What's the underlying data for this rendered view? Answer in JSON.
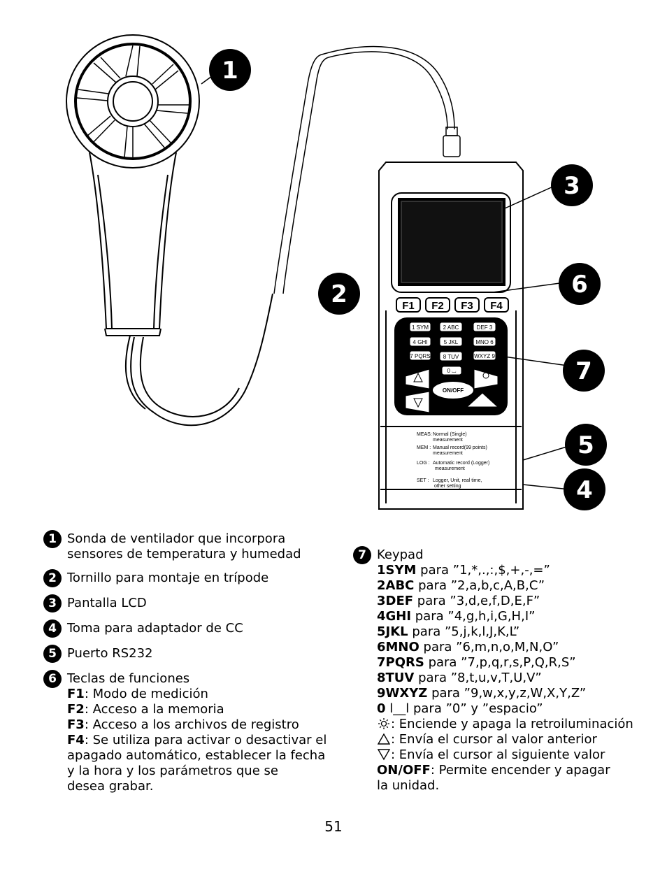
{
  "diagram": {
    "callouts": [
      "1",
      "2",
      "3",
      "6",
      "7",
      "5",
      "4"
    ],
    "fkeys": [
      "F1",
      "F2",
      "F3",
      "F4"
    ],
    "keypad": [
      "1 SYM",
      "2 ABC",
      "DEF 3",
      "4 GHI",
      "5 JKL",
      "MNO 6",
      "7 PQRS",
      "8 TUV",
      "WXYZ 9",
      "0 ⌴"
    ],
    "onoff": "ON/OFF",
    "meter_legend": [
      {
        "key": "MEAS:",
        "text": "Normal (Single)",
        "text2": "measurement"
      },
      {
        "key": "MEM :",
        "text": "Manual record(99 points)",
        "text2": "measurement"
      },
      {
        "key": "LOG :",
        "text": "Automatic record (Logger)",
        "text2": "measurement"
      },
      {
        "key": "SET :",
        "text": "Logger, Unit, real time,",
        "text2": "other setting"
      }
    ]
  },
  "items_left": [
    {
      "num": "1",
      "lines": [
        "Sonda de ventilador que incorpora",
        "sensores de temperatura y humedad"
      ]
    },
    {
      "num": "2",
      "lines": [
        "Tornillo para montaje en trípode"
      ]
    },
    {
      "num": "3",
      "lines": [
        "Pantalla LCD"
      ]
    },
    {
      "num": "4",
      "lines": [
        "Toma para adaptador de CC"
      ]
    },
    {
      "num": "5",
      "lines": [
        "Puerto RS232"
      ]
    },
    {
      "num": "6",
      "title": "Teclas de funciones",
      "f1_key": "F1",
      "f1_text": ": Modo de medición",
      "f2_key": "F2",
      "f2_text": ": Acceso a la memoria",
      "f3_key": "F3",
      "f3_text": ": Acceso a los archivos de registro",
      "f4_key": "F4",
      "f4_text": ": Se utiliza para activar o desactivar el",
      "f4_lines": [
        "apagado automático, establecer la fecha",
        "y la hora y los parámetros que se",
        "desea grabar."
      ]
    }
  ],
  "item7": {
    "num": "7",
    "title": "Keypad",
    "keys": [
      {
        "key": "1SYM",
        "text": " para ”1,*,.,:,$,+,-,=”"
      },
      {
        "key": "2ABC",
        "text": " para ”2,a,b,c,A,B,C”"
      },
      {
        "key": "3DEF",
        "text": " para ”3,d,e,f,D,E,F”"
      },
      {
        "key": "4GHI",
        "text": " para ”4,g,h,i,G,H,I”"
      },
      {
        "key": "5JKL",
        "text": " para ”5,j,k,l,J,K,L”"
      },
      {
        "key": "6MNO",
        "text": " para ”6,m,n,o,M,N,O”"
      },
      {
        "key": "7PQRS",
        "text": " para ”7,p,q,r,s,P,Q,R,S”"
      },
      {
        "key": "8TUV",
        "text": " para ”8,t,u,v,T,U,V”"
      },
      {
        "key": "9WXYZ",
        "text": " para ”9,w,x,y,z,W,X,Y,Z”"
      },
      {
        "key": "0",
        "text": "  l__l para ”0” y ”espacio”"
      }
    ],
    "backlight_text": ": Enciende y apaga la retroiluminación",
    "up_text": ": Envía el cursor al valor anterior",
    "down_text": ": Envía el cursor al siguiente valor",
    "onoff_key": "ON/OFF",
    "onoff_text": ": Permite encender y apagar",
    "onoff_line2": "la unidad."
  },
  "page_number": "51"
}
